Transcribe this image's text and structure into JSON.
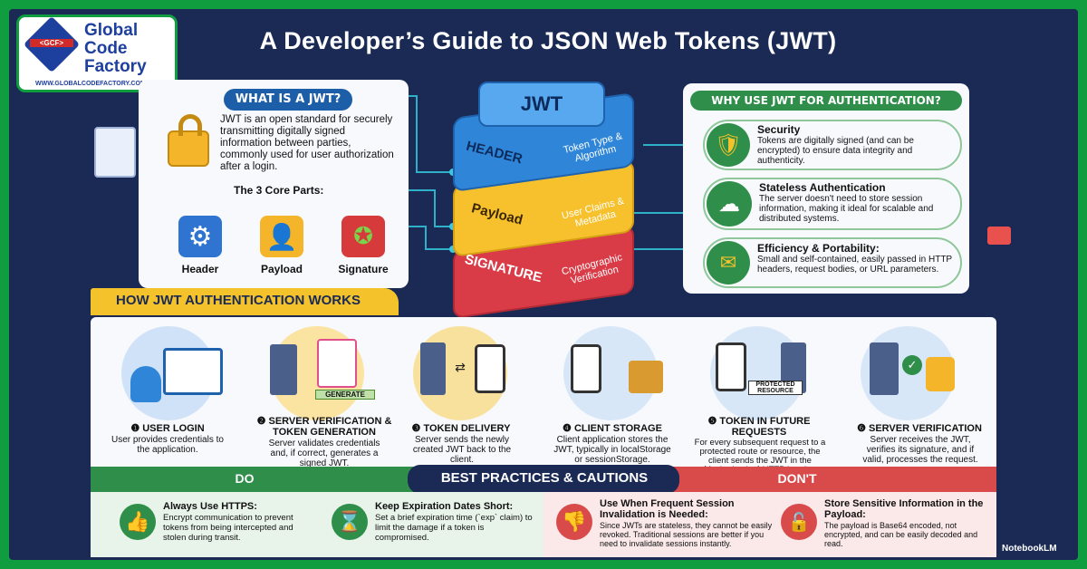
{
  "brand": {
    "line1": "Global",
    "line2": "Code",
    "line3": "Factory",
    "badge": "<GCF>",
    "url": "WWW.GLOBALCODEFACTORY.COM"
  },
  "title": "A Developer’s Guide to JSON Web Tokens (JWT)",
  "what": {
    "title": "WHAT IS A JWT?",
    "text": "JWT is an open standard for securely transmitting digitally signed information between parties, commonly used for user authorization after a login.",
    "core": "The 3 Core Parts:",
    "parts": [
      "Header",
      "Payload",
      "Signature"
    ]
  },
  "stack": {
    "top": "JWT",
    "layers": [
      {
        "name": "HEADER",
        "desc": "Token Type & Algorithm"
      },
      {
        "name": "Payload",
        "desc": "User Claims & Metadata"
      },
      {
        "name": "SIGNATURE",
        "desc": "Cryptographic Verification"
      }
    ]
  },
  "why": {
    "title": "WHY USE JWT FOR AUTHENTICATION?",
    "items": [
      {
        "title": "Security",
        "text": "Tokens are digitally signed (and can be encrypted) to ensure data integrity and authenticity."
      },
      {
        "title": "Stateless Authentication",
        "text": "The server doesn't need to store session information, making it ideal for scalable and distributed systems."
      },
      {
        "title": "Efficiency & Portability:",
        "text": "Small and self-contained, easily passed in HTTP headers, request bodies, or URL parameters."
      }
    ]
  },
  "how": {
    "title": "HOW JWT AUTHENTICATION WORKS",
    "generate": "GENERATE",
    "protected": "PROTECTED RESOURCE",
    "steps": [
      {
        "title": "❶ USER LOGIN",
        "text": "User provides credentials to the application."
      },
      {
        "title": "❷ SERVER VERIFICATION & TOKEN GENERATION",
        "text": "Server validates credentials and, if correct, generates a signed JWT."
      },
      {
        "title": "❸ TOKEN DELIVERY",
        "text": "Server sends the newly created JWT back to the client."
      },
      {
        "title": "❹ CLIENT STORAGE",
        "text": "Client application stores the JWT, typically in localStorage or sessionStorage."
      },
      {
        "title": "❺ TOKEN IN FUTURE REQUESTS",
        "text": "For every subsequent request to a protected route or resource, the client sends the JWT in the `Authorization` HTTP header."
      },
      {
        "title": "❻ SERVER VERIFICATION",
        "text": "Server receives the JWT, verifies its signature, and if valid, processes the request."
      }
    ]
  },
  "best": {
    "do": "DO",
    "title": "BEST PRACTICES & CAUTIONS",
    "dont": "DON'T",
    "items": [
      {
        "title": "Always Use HTTPS:",
        "text": "Encrypt communication to prevent tokens from being intercepted and stolen during transit."
      },
      {
        "title": "Keep Expiration Dates Short:",
        "text": "Set a brief expiration time (`exp` claim) to limit the damage if a token is compromised."
      },
      {
        "title": "Use When Frequent Session Invalidation is Needed:",
        "text": "Since JWTs are stateless, they cannot be easily revoked. Traditional sessions are better if you need to invalidate sessions instantly."
      },
      {
        "title": "Store Sensitive Information in the Payload:",
        "text": "The payload is Base64 encoded, not encrypted, and can be easily decoded and read."
      }
    ]
  },
  "footer": "NotebookLM"
}
